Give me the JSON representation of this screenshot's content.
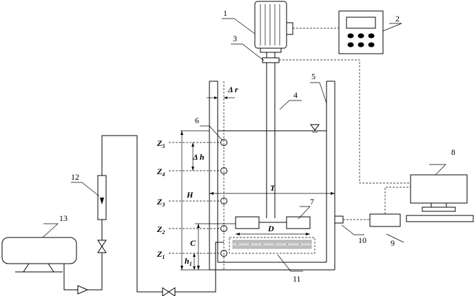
{
  "callouts": [
    "1",
    "2",
    "3",
    "4",
    "5",
    "6",
    "7",
    "8",
    "9",
    "10",
    "11",
    "12",
    "13"
  ],
  "labels": {
    "delta_r": "Δ r",
    "delta_h": "Δ h",
    "H": "H",
    "T": "T",
    "C": "C",
    "D": "D",
    "h1": "h",
    "h1_sub": "1"
  },
  "probes": [
    {
      "z": "Z",
      "sub": "5"
    },
    {
      "z": "Z",
      "sub": "4"
    },
    {
      "z": "Z",
      "sub": "3"
    },
    {
      "z": "Z",
      "sub": "2"
    },
    {
      "z": "Z",
      "sub": "1"
    }
  ]
}
